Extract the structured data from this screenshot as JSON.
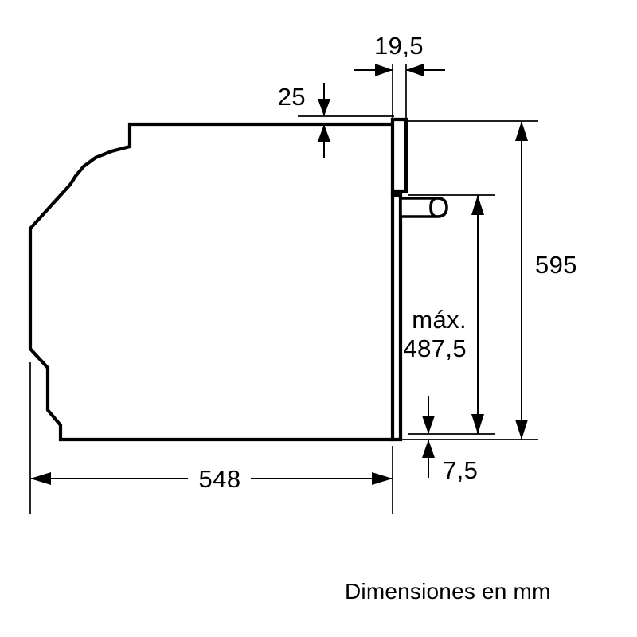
{
  "drawing": {
    "title": "Oven side-view dimensional drawing",
    "caption": "Dimensiones en mm",
    "units": "mm",
    "background_color": "#ffffff",
    "line_color": "#000000",
    "dimensions": {
      "top_offset": {
        "label": "19,5",
        "value": 19.5,
        "orientation": "horizontal",
        "position": "top"
      },
      "top_inset": {
        "label": "25",
        "value": 25,
        "orientation": "vertical",
        "position": "top-left"
      },
      "total_height": {
        "label": "595",
        "value": 595,
        "orientation": "vertical",
        "position": "right-outer"
      },
      "max_height_prefix": {
        "label": "máx.",
        "value": "máx."
      },
      "max_height": {
        "label": "487,5",
        "value": 487.5,
        "orientation": "vertical",
        "position": "right-middle"
      },
      "bottom_clearance": {
        "label": "7,5",
        "value": 7.5,
        "orientation": "vertical",
        "position": "bottom-right"
      },
      "total_depth": {
        "label": "548",
        "value": 548,
        "orientation": "horizontal",
        "position": "bottom"
      }
    },
    "features": {
      "body": "oven-side-profile",
      "door_panel": "door-panel",
      "handle": "door-handle-knob"
    }
  }
}
